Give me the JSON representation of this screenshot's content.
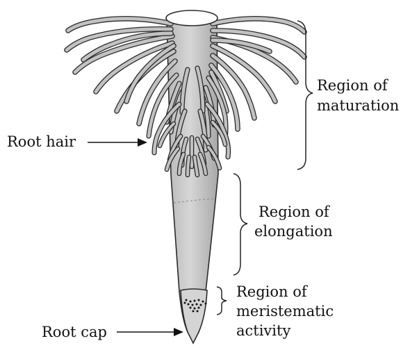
{
  "labels": {
    "root_hair": "Root hair",
    "root_cap": "Root cap",
    "maturation": [
      "Region of",
      "maturation"
    ],
    "elongation": [
      "Region of",
      "elongation"
    ],
    "meristematic": [
      "Region of",
      "meristematic",
      "activity"
    ]
  },
  "colors": {
    "root_fill": "#c9c9c9",
    "root_shadow": "#a9a9a9",
    "hair_fill": "#c2c2c2",
    "outline": "#2a2a2a",
    "background": "#ffffff"
  }
}
